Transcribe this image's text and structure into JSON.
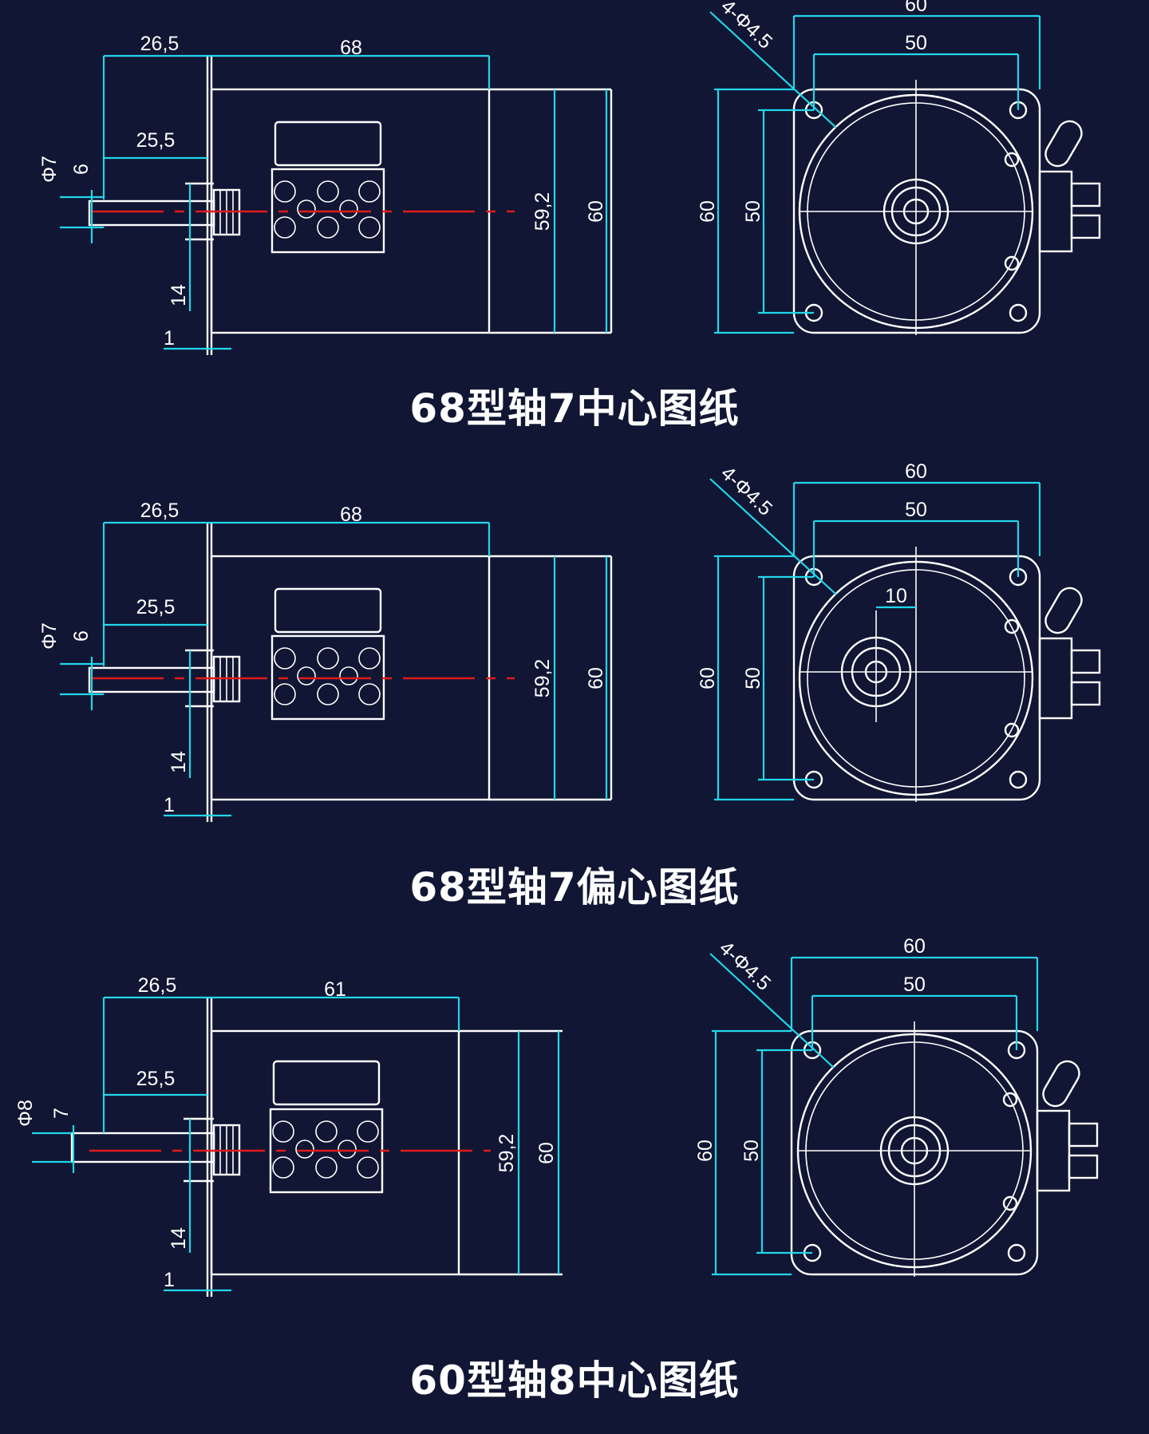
{
  "colors": {
    "background": "#101633",
    "lines": "#ffffff",
    "dimensions": "#22d6ea",
    "axis": "#e21b1b"
  },
  "drawings": [
    {
      "caption": "68型轴7中心图纸",
      "side": {
        "overall": "26,5",
        "length": "68",
        "shaft": "25,5",
        "shaft_dia": "Φ7",
        "flat": "6",
        "boss": "14",
        "flange": "1",
        "inner": "59,2",
        "height": "60"
      },
      "front": {
        "holes": "4-Φ4.5",
        "width": "60",
        "pitch": "50",
        "height": "60",
        "vpitch": "50",
        "offset": ""
      }
    },
    {
      "caption": "68型轴7偏心图纸",
      "side": {
        "overall": "26,5",
        "length": "68",
        "shaft": "25,5",
        "shaft_dia": "Φ7",
        "flat": "6",
        "boss": "14",
        "flange": "1",
        "inner": "59,2",
        "height": "60"
      },
      "front": {
        "holes": "4-Φ4.5",
        "width": "60",
        "pitch": "50",
        "height": "60",
        "vpitch": "50",
        "offset": "10"
      }
    },
    {
      "caption": "60型轴8中心图纸",
      "side": {
        "overall": "26,5",
        "length": "61",
        "shaft": "25,5",
        "shaft_dia": "Φ8",
        "flat": "7",
        "boss": "14",
        "flange": "1",
        "inner": "59,2",
        "height": "60"
      },
      "front": {
        "holes": "4-Φ4.5",
        "width": "60",
        "pitch": "50",
        "height": "60",
        "vpitch": "50",
        "offset": ""
      }
    }
  ]
}
